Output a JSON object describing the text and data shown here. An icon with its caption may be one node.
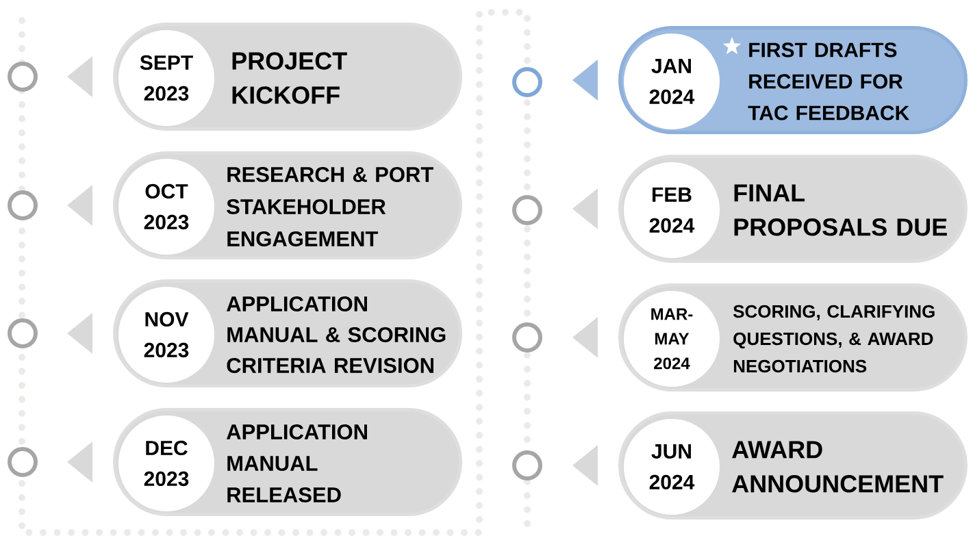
{
  "diagram": {
    "nodes": [
      {
        "text": [
          "SEPT 2023",
          "PROJECT KICKOFF"
        ]
      },
      {
        "text": [
          "OCT 2023",
          "RESEARCH & PORT STAKEHOLDER ENGAGEMENT"
        ]
      },
      {
        "text": [
          "NOV 2023",
          "APPLICATION MANUAL & SCORING CRITERIA REVISION"
        ]
      },
      {
        "text": [
          "DEC 2023",
          "APPLICATION MANUAL RELEASED"
        ]
      },
      {
        "text": [
          "JAN 2024",
          "FIRST DRAFTS RECEIVED FOR TAC FEEDBACK"
        ]
      },
      {
        "text": [
          "FEB 2024",
          "FINAL PROPOSALS DUE"
        ]
      },
      {
        "text": [
          "MAR- MAY 2024",
          "SCORING, CLARIFYING QUESTIONS, & AWARD NEGOTIATIONS"
        ]
      },
      {
        "text": [
          "JUN 2024",
          "AWARD ANNOUNCEMENT"
        ]
      }
    ]
  }
}
